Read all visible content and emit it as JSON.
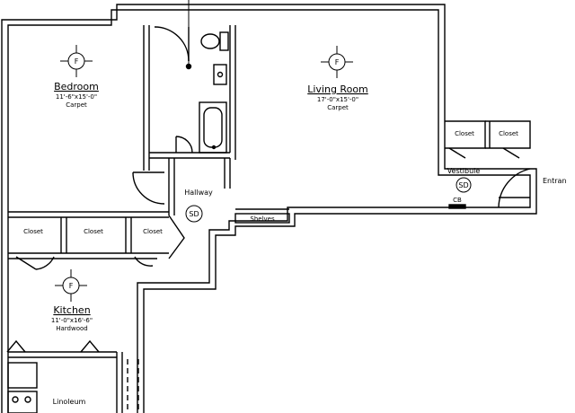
{
  "rooms": {
    "bedroom": {
      "name": "Bedroom",
      "dims": "11'-6\"x15'-0\"",
      "floor": "Carpet"
    },
    "living": {
      "name": "Living Room",
      "dims": "17'-0\"x15'-0\"",
      "floor": "Carpet"
    },
    "kitchen": {
      "name": "Kitchen",
      "dims": "11'-0\"x16'-6\"",
      "floor": "Hardwood"
    }
  },
  "labels": {
    "hallway": "Hallway",
    "vestibule": "Vestibule",
    "entrance": "Entran",
    "shelves": "Shelves",
    "linoleum": "Linoleum",
    "closet": "Closet",
    "sd": "SD",
    "cb": "CB",
    "fixture": "F"
  }
}
